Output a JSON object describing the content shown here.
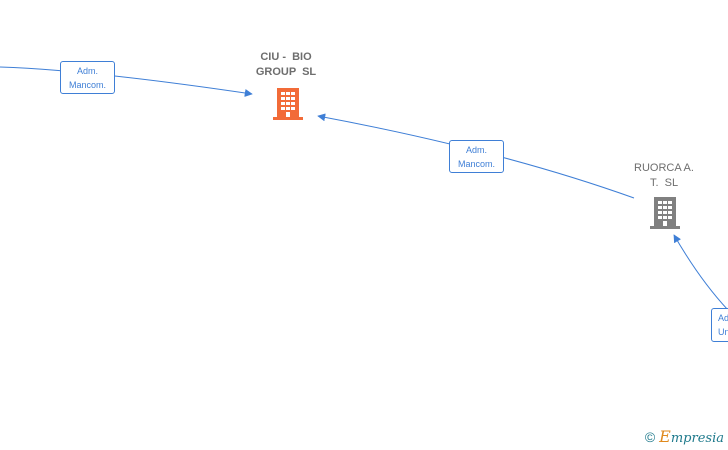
{
  "nodes": {
    "main": {
      "label": "CIU -  BIO\nGROUP  SL",
      "color": "#f26b38",
      "icon": "building-icon"
    },
    "ruorca": {
      "label": "RUORCA A.\nT.  SL",
      "color": "#808080",
      "icon": "building-icon"
    }
  },
  "edges": [
    {
      "label": "Adm.\nMancom."
    },
    {
      "label": "Adm.\nMancom."
    },
    {
      "label": "Ad\nUn"
    }
  ],
  "footer": {
    "copyright": "©",
    "brand_initial": "E",
    "brand_rest": "mpresia"
  },
  "colors": {
    "edge": "#3f7fd6"
  }
}
